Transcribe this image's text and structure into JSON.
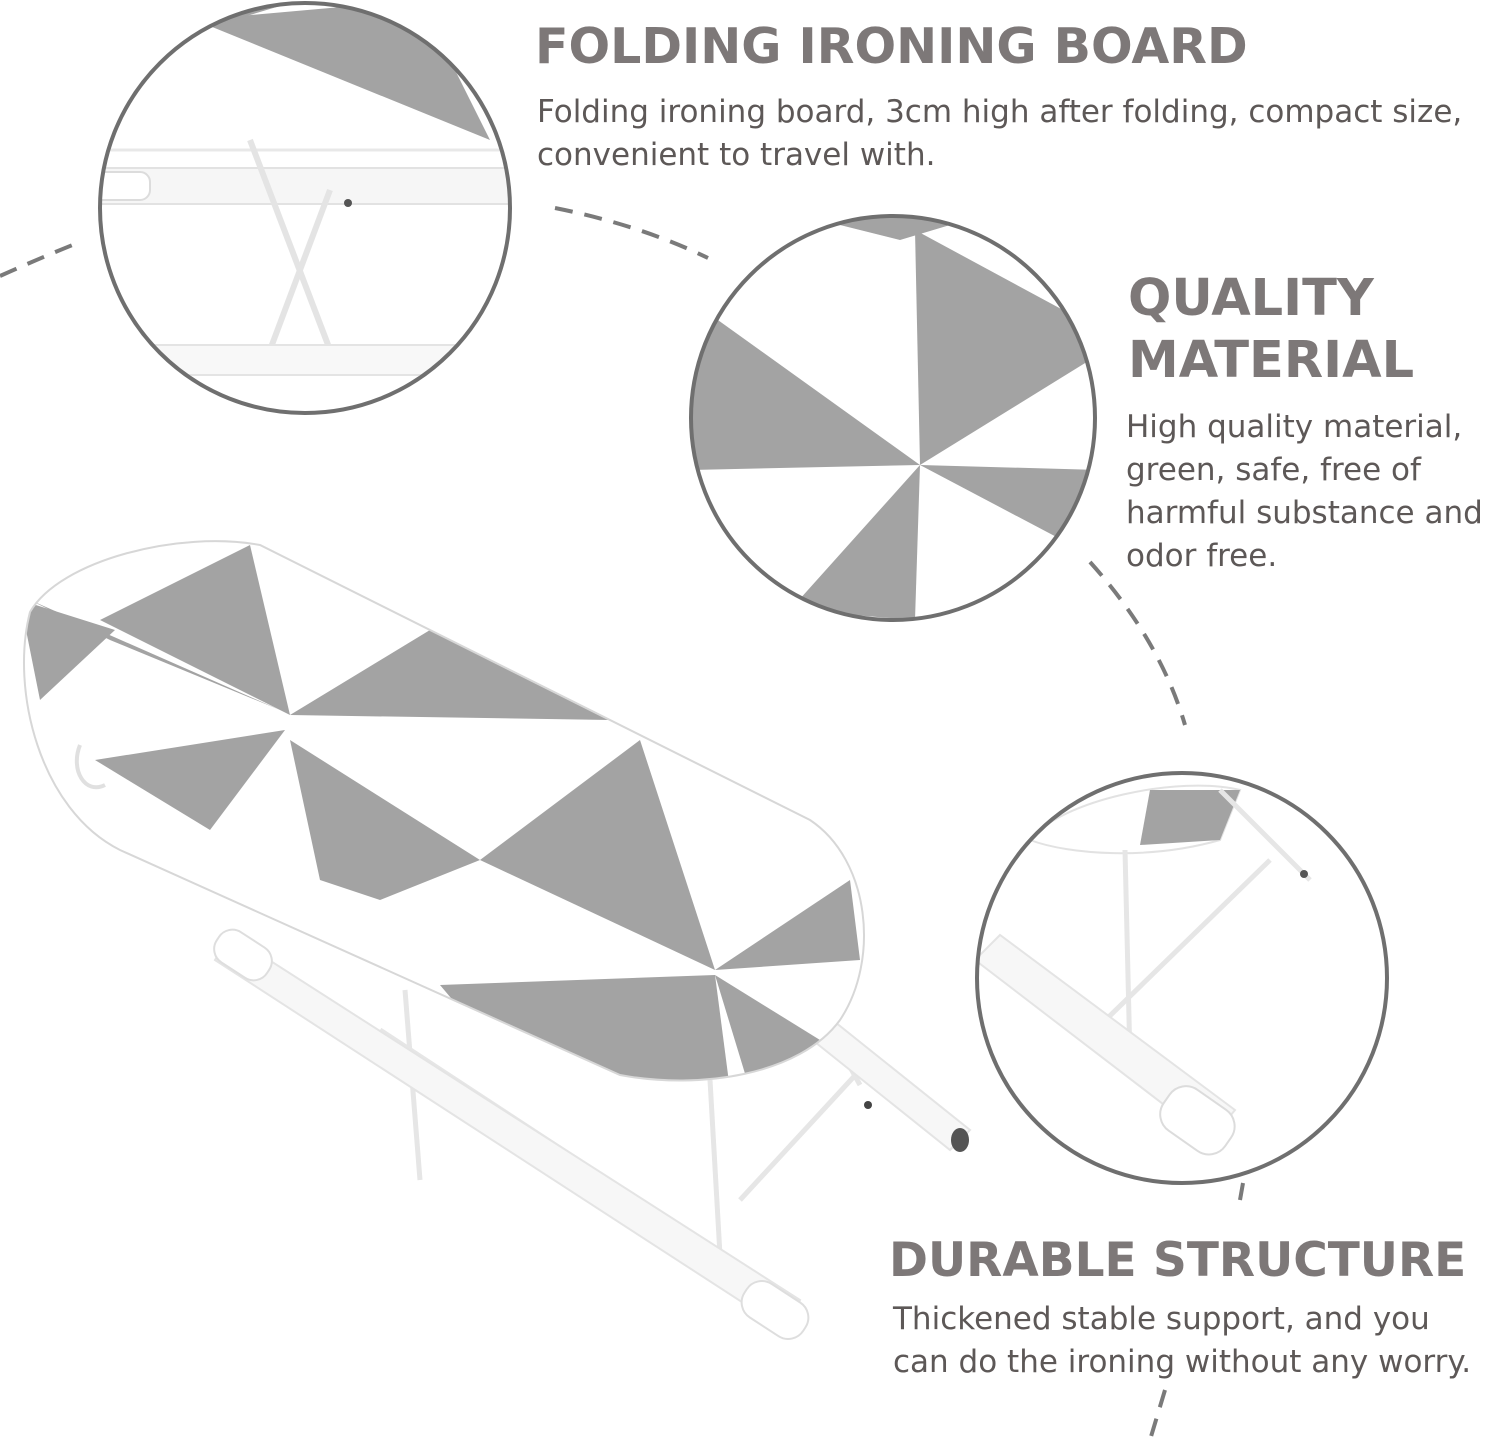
{
  "colors": {
    "heading": "#7d7878",
    "body": "#5d5857",
    "fabric_gray": "#a3a3a3",
    "fabric_white": "#ffffff",
    "circle_border": "#6f6f6f",
    "dash": "#7a7a7a"
  },
  "sections": {
    "folding": {
      "title": "FOLDING IRONING BOARD",
      "text": "Folding ironing board, 3cm high after folding, compact size, convenient to travel with."
    },
    "quality": {
      "title": "QUALITY MATERIAL",
      "text": "High quality material, green, safe, free of harmful substance and odor free."
    },
    "durable": {
      "title": "DURABLE STRUCTURE",
      "text": "Thickened stable support, and you can do the ironing without any worry."
    }
  },
  "images": {
    "main": "ironing-board-photo",
    "detail_1": "folding-frame-closeup",
    "detail_2": "fabric-pattern-closeup",
    "detail_3": "support-leg-closeup"
  }
}
